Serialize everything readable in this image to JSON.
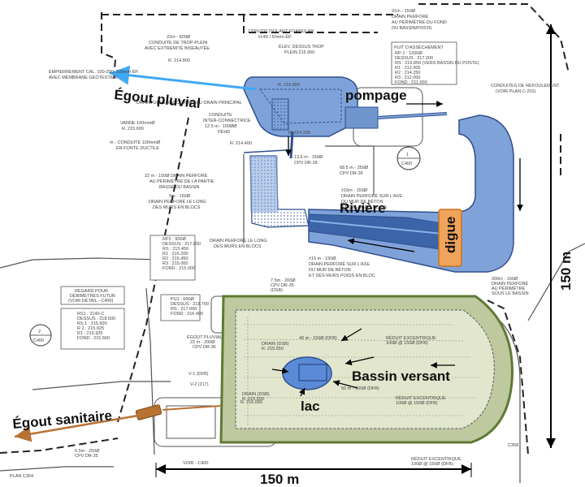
{
  "labels": {
    "egout_pluvial": "Égout pluvial",
    "pompage": "pompage",
    "riviere": "Rivière",
    "digue": "digue",
    "bassin_versant": "Bassin versant",
    "lac": "lac",
    "egout_sanitaire": "Égout sanitaire",
    "dim_horizontal": "150 m",
    "dim_vertical": "150 m"
  },
  "annotations": {
    "a1": "22m - 600Ø",
    "a2": "CONDUITE DE TROP-PLEIN",
    "a3": "AVEC EXTRÉMITÉ BISEAUTÉE",
    "a4": "R. 214.800",
    "a5": "1200x700 ISOLANT FOAMULAR",
    "a6": "H-40 / 50mm ÉP.",
    "a7": "ÉLEV. DESSUS TROP",
    "a8": "PLEIN 215.900",
    "a9": "91m - 150Ø",
    "a10": "DRAIN PERFORÉ",
    "a11": "AU PÉRIMÈTRE DU FOND",
    "a12": "DU BASSIN/POSTE",
    "a13": "PUIT D'ASSÈCHEMENT",
    "a14": "RP-1 : 1200Ø",
    "a15": "DESSUS : 217.200",
    "a16": "RS : 216.850 (VERS BASSIN DU POSTE)",
    "a17": "R1 : 212.000",
    "a18": "R2 : 214.250",
    "a19": "R3 : 212.000",
    "a20": "FOND : 211.000",
    "a21": "EMPIERREMENT CAL. 100-200, 300mm ÉP.",
    "a22": "AVEC MEMBRANE GÉOTEXTILE",
    "a23": "DRAINTUBES RACCORDÉS AU DRAIN PRINCIPAL",
    "a24": "CONDUITES DE REFOULEMENT",
    "a25": "(VOIR PLAN C-201)",
    "a26": "VANNE 100mmØ",
    "a27": "R. 215.600",
    "a28": "CONDUITE",
    "a29": "INTER-CONNECTRICE",
    "a30": "12.5 m - 100ØØ",
    "a31": "PEHD",
    "a32": "m - CONDUITE 100mmØ",
    "a33": "EN FONTE DUCTILE",
    "a34": "R. 214.400",
    "a35": "13.6 m - 150Ø",
    "a36": "CPV DR-28",
    "a37": "68.5 m - 250Ø",
    "a38": "CPV DR-35",
    "a39": "22 m - 150Ø DRAIN PERFORÉ",
    "a40": "AU PÉRIMÈTRE DE LA PARTIE",
    "a41": "BASSE DU BASSIN",
    "a42": "5m - 150Ø",
    "a43": "DRAIN PERFORÉ LE LONG",
    "a44": "DES MURS EN BLOCS",
    "a45": "±15m - 150Ø",
    "a46": "DRAIN PERFORÉ SUR L'AXE",
    "a47": "DU MUR DE BÉTON",
    "a48": "ET DES MURS POIDS",
    "a49": "RP2 : 900Ø",
    "a50": "DESSUS : 217.850",
    "a51": "RS : 215.450",
    "a52": "R1 : 216.200",
    "a53": "R2 : 215.450",
    "a54": "R3 : 215.000",
    "a55": "FOND : 215.000",
    "a56": "DRAIN PERFORÉ LE LONG",
    "a57": "DES MURS EN BLOCS",
    "a58": "±15 m - 150Ø",
    "a59": "DRAIN PERFORÉ SUR L'AXE",
    "a60": "DU MUR DE BÉTON",
    "a61": "ET DES MURS POIDS EN BLOC",
    "a62": "7.5m - 200Ø",
    "a63": "CPV DR-35",
    "a64": "(DSB)",
    "a65": "REGARD POUR",
    "a66": "DÉBIMÈTRES FUTUR",
    "a67": "(VOIR DÉTAIL - C400)",
    "a68": "RS1 : 2140-C",
    "a69": "DESSUS : 218.600",
    "a70": "RS 1 : 215.820",
    "a71": "R 2 : 215.925",
    "a72": "R1 : 215.925",
    "a73": "FOND : 215.500",
    "a74": "PU1 : 600Ø",
    "a75": "DESSUS : 218.700",
    "a76": "RS : 217.000",
    "a77": "FOND : 216.400",
    "a78": "ÉGOUT PLUVIAL",
    "a79": "23 m - 200Ø",
    "a80": "CPV DR-35",
    "a81": "V-1 (DFB)",
    "a82": "V-2 (217)",
    "a83": "DRAIN (DSB)",
    "a84": "R. 215.550",
    "a85": "DRAIN (DSB)",
    "a86": "R. 215.500",
    "a87": "40 m - 150Ø (DFB)",
    "a88": "RÉDUIT EXCENTRIQUE",
    "a89": "100Ø @ 150Ø (DFB)",
    "a90": "50 m - 150Ø (DFB)",
    "a91": "RÉDUIT EXCENTRIQUE",
    "a92": "100Ø @ 150Ø (DFB)",
    "a93": "RÉDUIT EXCENTRIQUE",
    "a94": "100Ø @ 150Ø (DFB)",
    "a95": "200m - 150Ø",
    "a96": "DRAIN PERFORÉ",
    "a97": "AU PÉRIMÈTRE",
    "a98": "SOUS LE BASSIN",
    "a99": "6.5m - 250Ø",
    "a100": "CPV DR-35",
    "a101": "VOIR - C400",
    "a102": "PLAN C354",
    "a103": "R. 215.800",
    "a104": "R. 214.200",
    "a105": "R. 216.000",
    "a106": "C400",
    "a107": "1",
    "a108": "2",
    "a109": "C400",
    "a110": "C358"
  },
  "colors": {
    "storm": "#4a9fd8",
    "basin": "#7fa3d9",
    "river": "#2f4f8f",
    "dike": "#f0a35a",
    "catchment": "#dfe4c9",
    "catchment_border": "#5e7a33",
    "sanitary": "#b87333"
  }
}
